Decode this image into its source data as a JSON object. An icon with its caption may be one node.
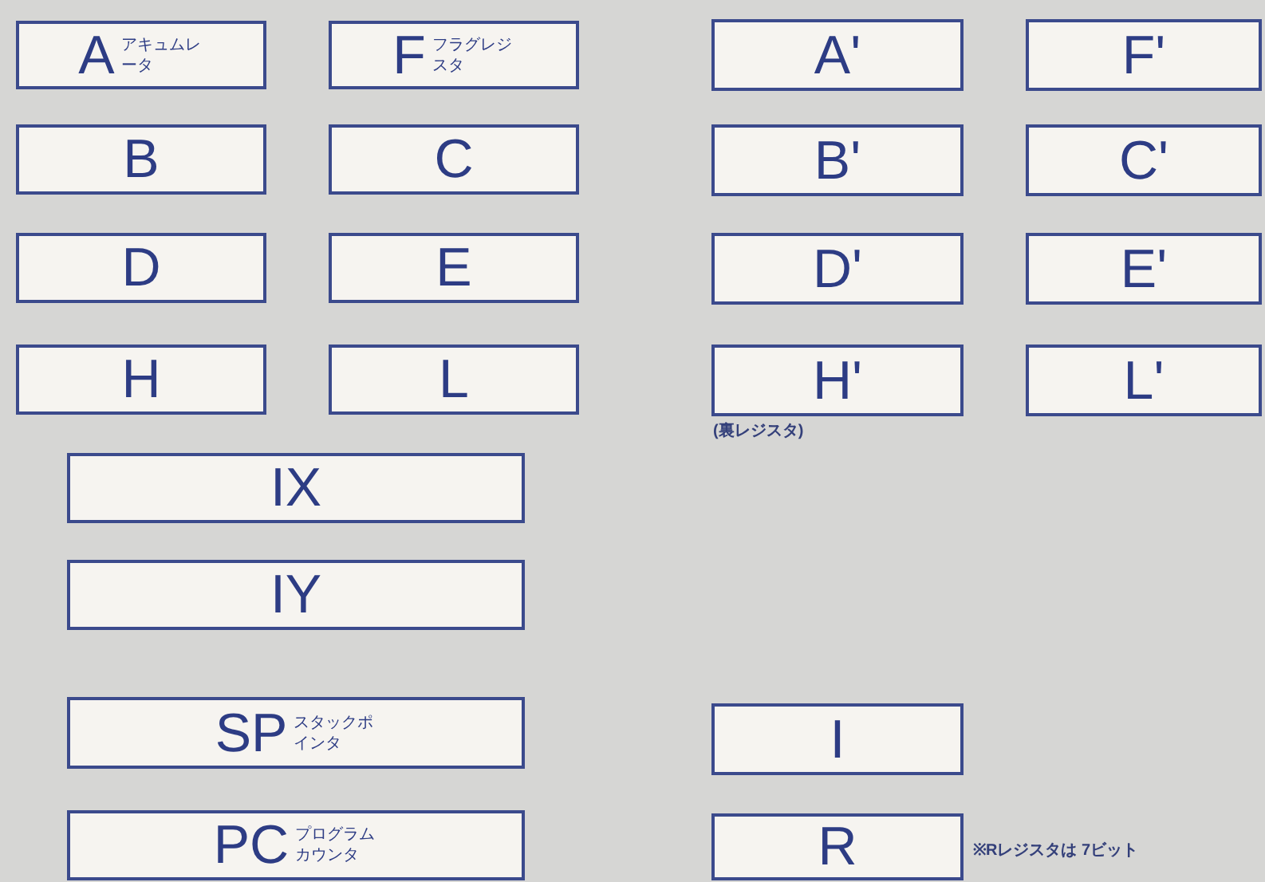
{
  "diagram": {
    "nodes": [
      {
        "text": [
          "A",
          "アキュムレータ"
        ]
      },
      {
        "text": [
          "F",
          "フラグレジスタ"
        ]
      },
      {
        "text": [
          "A'"
        ]
      },
      {
        "text": [
          "F'"
        ]
      },
      {
        "text": [
          "B"
        ]
      },
      {
        "text": [
          "C"
        ]
      },
      {
        "text": [
          "B'"
        ]
      },
      {
        "text": [
          "C'"
        ]
      },
      {
        "text": [
          "D"
        ]
      },
      {
        "text": [
          "E"
        ]
      },
      {
        "text": [
          "D'"
        ]
      },
      {
        "text": [
          "E'"
        ]
      },
      {
        "text": [
          "H"
        ]
      },
      {
        "text": [
          "L"
        ]
      },
      {
        "text": [
          "H'"
        ]
      },
      {
        "text": [
          "L'"
        ]
      },
      {
        "text": [
          "IX"
        ]
      },
      {
        "text": [
          "IY"
        ]
      },
      {
        "text": [
          "SP",
          "スタックポインタ"
        ]
      },
      {
        "text": [
          "I"
        ]
      },
      {
        "text": [
          "PC",
          "プログラムカウンタ"
        ]
      },
      {
        "text": [
          "R"
        ]
      }
    ],
    "labels": [
      "(裏レジスタ)",
      "※Rレジスタは 7ビット"
    ]
  }
}
